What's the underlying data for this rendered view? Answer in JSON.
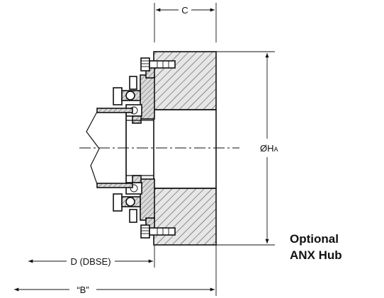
{
  "labels": {
    "dim_c": "C",
    "dim_oha_prefix": "ØH",
    "dim_oha_sub": "A",
    "dim_d": "D (DBSE)",
    "dim_b": "“B”",
    "title_line1": "Optional",
    "title_line2": "ANX Hub"
  }
}
